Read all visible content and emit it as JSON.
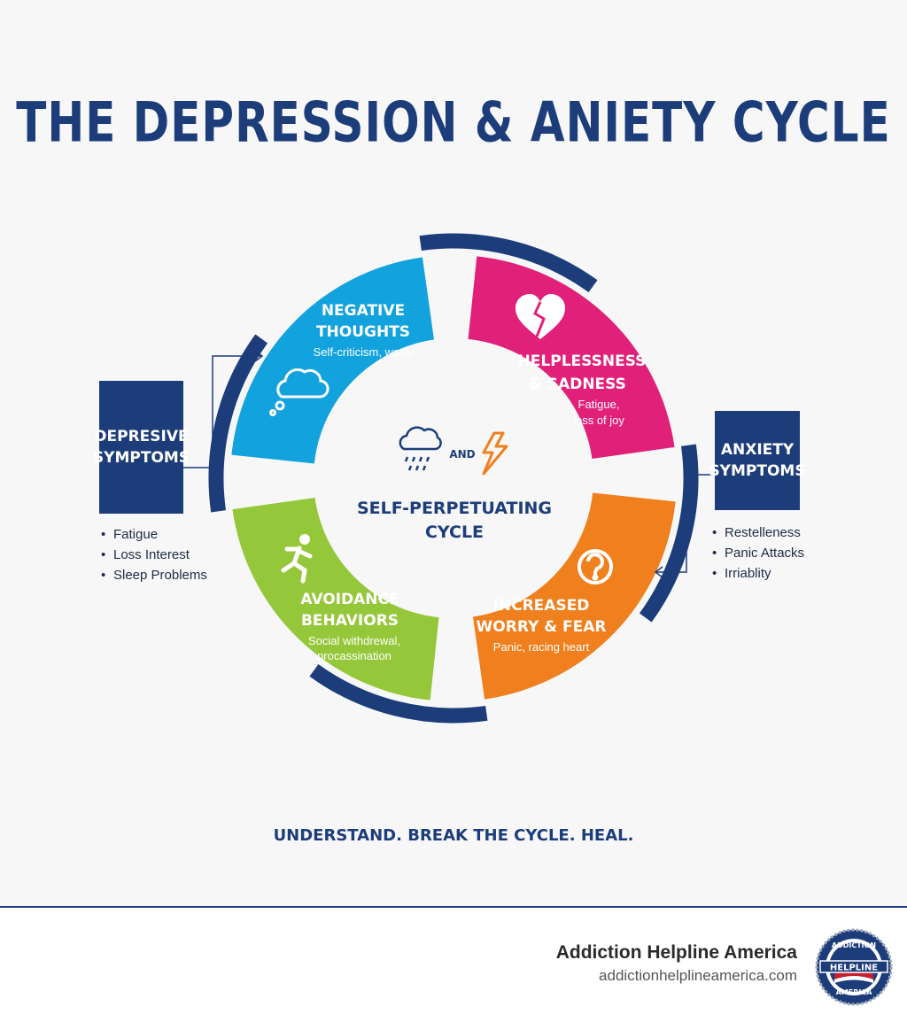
{
  "title": "THE DEPRESSION & ANIETY CYCLE",
  "segments": [
    {
      "id": "negative",
      "title1": "NEGATIVE",
      "title2": "THOUGHTS",
      "desc1": "Self-criticism, worry",
      "desc2": "",
      "color": "#12a2dd",
      "icon": "thought-cloud-icon"
    },
    {
      "id": "helpless",
      "title1": "HELPLESSNESS",
      "title2": "& SADNESS",
      "desc1": "Fatigue,",
      "desc2": "loss of joy",
      "color": "#e1207a",
      "icon": "broken-heart-icon"
    },
    {
      "id": "worry",
      "title1": "INCREASED",
      "title2": "WORRY & FEAR",
      "desc1": "Panic, racing heart",
      "desc2": "",
      "color": "#f07f1d",
      "icon": "question-icon"
    },
    {
      "id": "avoidance",
      "title1": "AVOIDANCE",
      "title2": "BEHAVIORS",
      "desc1": "Social withdrewal,",
      "desc2": "procassination",
      "color": "#95c73a",
      "icon": "running-person-icon"
    }
  ],
  "center": {
    "connector": "AND",
    "line1": "SELF-PERPETUATING",
    "line2": "CYCLE"
  },
  "depressive": {
    "line1": "DEPRESIVE",
    "line2": "SYMPTOMS",
    "items": [
      "Fatigue",
      "Loss Interest",
      "Sleep Problems"
    ]
  },
  "anxiety": {
    "line1": "ANXIETY",
    "line2": "SYMPTOMS",
    "items": [
      "Restelleness",
      "Panic Attacks",
      "Irriablity"
    ]
  },
  "tagline": "UNDERSTAND. BREAK THE CYCLE. HEAL.",
  "brand": {
    "name": "Addiction Helpline America",
    "url": "addictionhelplineamerica.com",
    "badge_top": "ADDICTION",
    "badge_mid": "HELPLINE",
    "badge_bottom": "AMERICA"
  },
  "colors": {
    "navy": "#1c3d7a",
    "blue": "#12a2dd",
    "pink": "#e1207a",
    "orange": "#f07f1d",
    "green": "#95c73a",
    "badge_red": "#c8202f"
  }
}
